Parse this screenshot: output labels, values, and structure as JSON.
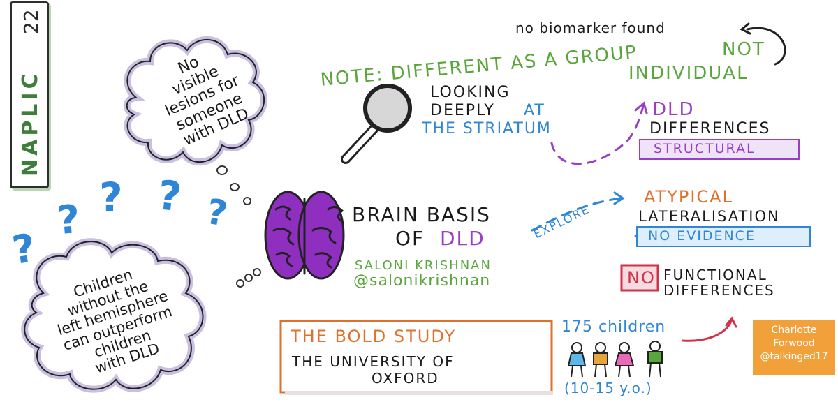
{
  "badge": {
    "name": "NAPLIC",
    "year": "22"
  },
  "top": {
    "no_biomarker": "no biomarker found",
    "note_line1": "NOTE: DIFFERENT AS A GROUP",
    "note_not": "NOT",
    "note_line2": "INDIVIDUAL"
  },
  "thought_top": [
    "No",
    "visible",
    "lesions for",
    "someone",
    "with DLD"
  ],
  "thought_bottom": [
    "Children",
    "without the",
    "left hemisphere",
    "can outperform",
    "children",
    "with DLD"
  ],
  "question_mark": "?",
  "center": {
    "title_line1": "BRAIN BASIS",
    "title_of": "OF",
    "title_dld": "DLD",
    "author_name": "SALONI KRISHNAN",
    "author_handle": "@salonikrishnan"
  },
  "striatum": {
    "line1": "LOOKING",
    "line2_a": "DEEPLY",
    "line2_b": "AT",
    "line3": "THE STRIATUM"
  },
  "right": {
    "dld": "DLD",
    "differences": "DIFFERENCES",
    "structural": "STRUCTURAL",
    "explore": "EXPLORE",
    "atypical": "ATYPICAL",
    "lateralisation": "LATERALISATION",
    "no_evidence": "NO EVIDENCE",
    "no": "NO",
    "functional": "FUNCTIONAL",
    "functional_diff": "DIFFERENCES"
  },
  "study": {
    "title": "THE BOLD STUDY",
    "line1": "THE UNIVERSITY OF",
    "line2": "OXFORD",
    "count": "175 children",
    "age": "(10-15 y.o.)"
  },
  "credit": {
    "line1": "Charlotte",
    "line2": "Forwood",
    "line3": "@talkinged17"
  },
  "colors": {
    "green": "#5aa63c",
    "blue": "#2f86d6",
    "purple": "#9a3ec6",
    "orange": "#e0702b",
    "grey_cloud": "#c9bfe0",
    "brain": "#8f2fc0",
    "credit_bg": "#f2a03a"
  }
}
